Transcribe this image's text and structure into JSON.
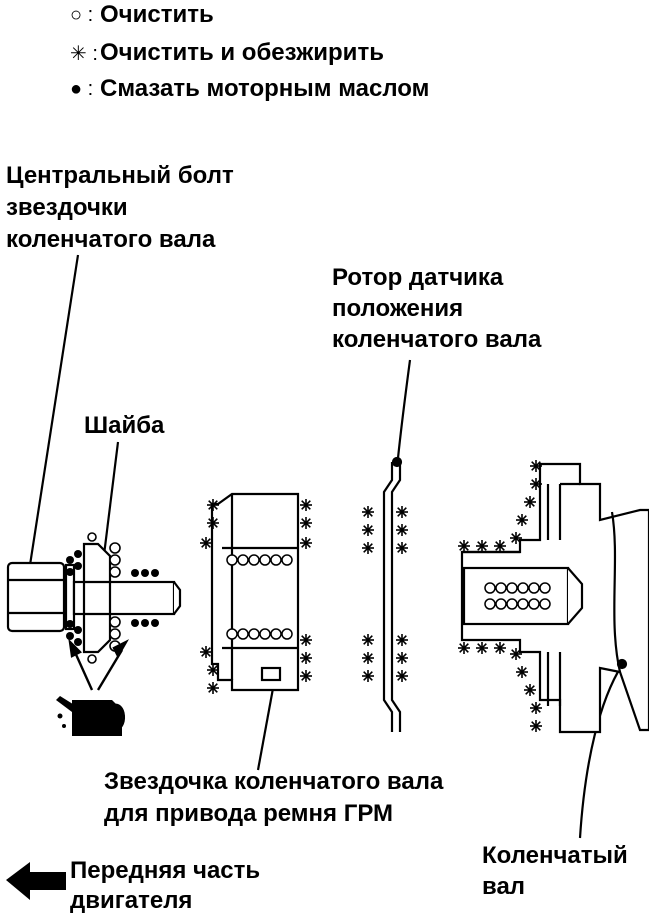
{
  "legend": [
    {
      "symbol": "○ :",
      "text": "Очистить"
    },
    {
      "symbol": "✳ :",
      "text": "Очистить и обезжирить"
    },
    {
      "symbol": "● :",
      "text": "Смазать моторным маслом"
    }
  ],
  "labels": {
    "bolt": [
      "Центральный болт",
      "звездочки",
      "коленчатого вала"
    ],
    "washer": "Шайба",
    "rotor": [
      "Ротор датчика",
      "положения",
      "коленчатого вала"
    ],
    "sprocket": [
      "Звездочка коленчатого вала",
      "для привода ремня ГРМ"
    ],
    "crankshaft": [
      "Коленчатый",
      "вал"
    ],
    "front": [
      "Передняя часть",
      "двигателя"
    ]
  },
  "icons": {
    "oil_can": "oil-can-icon",
    "front_arrow": "arrow-left-icon"
  }
}
